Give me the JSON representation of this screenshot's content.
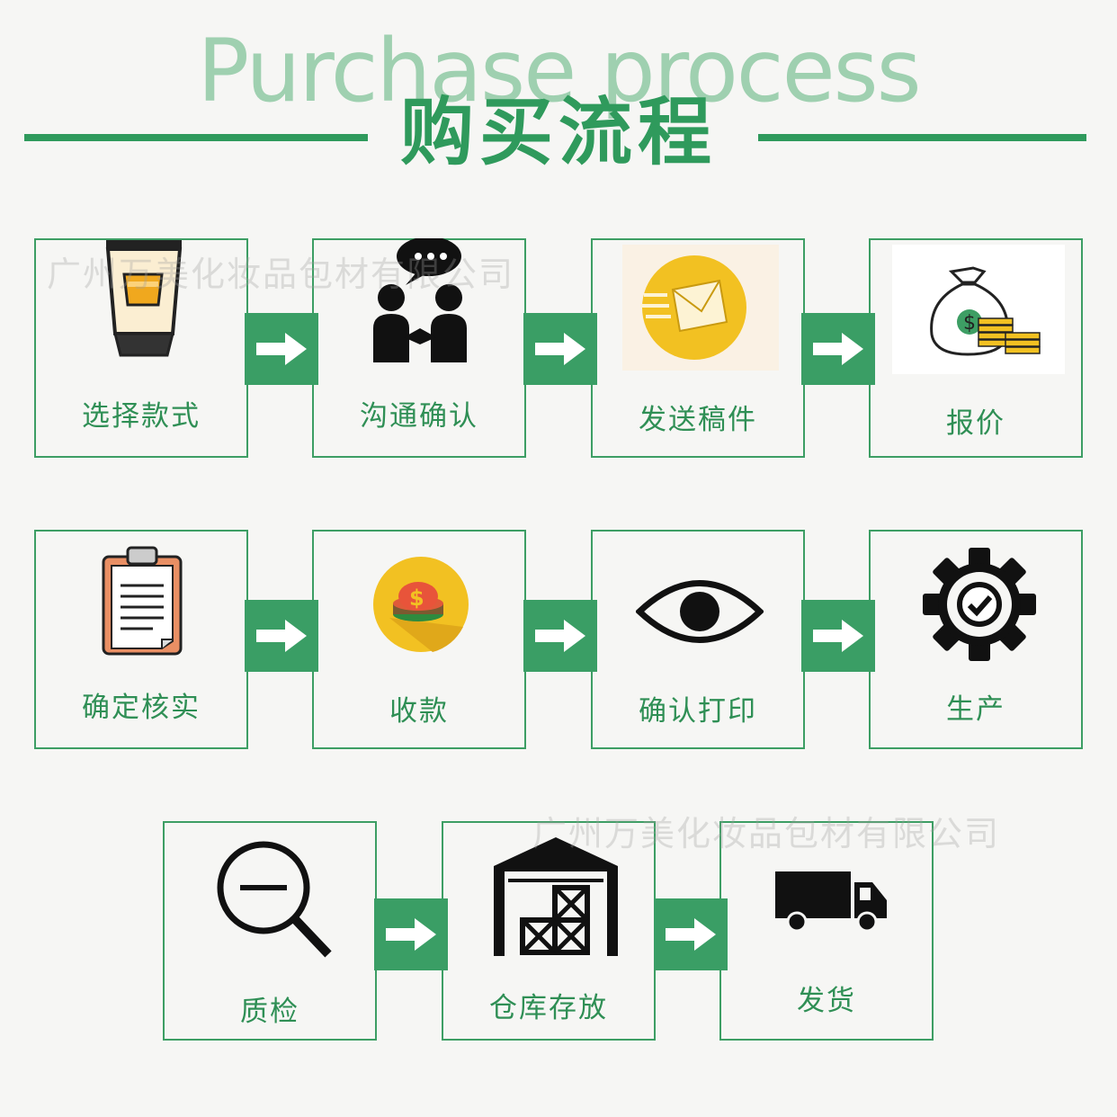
{
  "header": {
    "title_en": "Purchase process",
    "title_cn": "购买流程"
  },
  "watermark": "广州万美化妆品包材有限公司",
  "steps": [
    {
      "label": "选择款式",
      "icon": "cosmetic-tube-icon"
    },
    {
      "label": "沟通确认",
      "icon": "people-chat-icon"
    },
    {
      "label": "发送稿件",
      "icon": "email-send-icon"
    },
    {
      "label": "报价",
      "icon": "money-bag-icon"
    },
    {
      "label": "确定核实",
      "icon": "clipboard-icon"
    },
    {
      "label": "收款",
      "icon": "dollar-coin-icon"
    },
    {
      "label": "确认打印",
      "icon": "eye-icon"
    },
    {
      "label": "生产",
      "icon": "gear-check-icon"
    },
    {
      "label": "质检",
      "icon": "magnifier-icon"
    },
    {
      "label": "仓库存放",
      "icon": "warehouse-icon"
    },
    {
      "label": "发货",
      "icon": "truck-icon"
    }
  ],
  "colors": {
    "accent": "#3a9e65",
    "title_green": "#2f9a5c",
    "title_light": "#9fd0b0",
    "background": "#f6f6f4"
  }
}
